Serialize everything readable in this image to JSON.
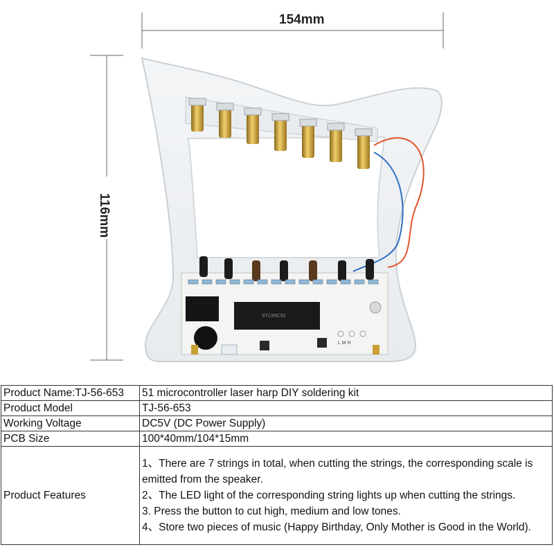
{
  "dimensions": {
    "width_label": "154mm",
    "height_label": "116mm"
  },
  "product_photo": {
    "description_icon": "laser-harp-kit-photo",
    "pcb_marking": "L M H",
    "chip_text": "STC89C52"
  },
  "specs": {
    "rows": [
      {
        "key": "Product Name:TJ-56-653",
        "value": "51 microcontroller laser harp DIY soldering kit"
      },
      {
        "key": "Product Model",
        "value": "TJ-56-653"
      },
      {
        "key": "Working Voltage",
        "value": "DC5V (DC Power Supply)"
      },
      {
        "key": "PCB Size",
        "value": "100*40mm/104*15mm"
      }
    ],
    "features_key": "Product Features",
    "features": [
      "1、There are 7 strings in total, when cutting the strings, the corresponding scale is emitted from the speaker.",
      "2、The LED light of the corresponding string lights up when cutting the strings.",
      "3. Press the button to cut high, medium and low tones.",
      "4、Store two pieces of music (Happy Birthday, Only Mother is Good in the World)."
    ]
  }
}
